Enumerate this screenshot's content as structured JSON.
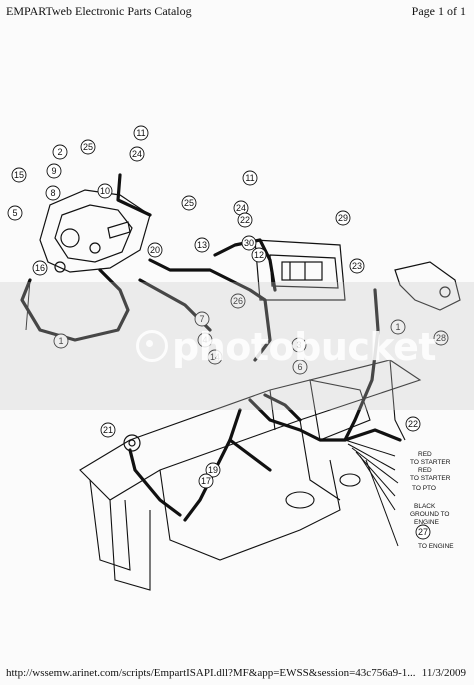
{
  "header": {
    "title": "EMPARTweb Electronic Parts Catalog",
    "page": "Page 1 of 1"
  },
  "footer": {
    "url": "http://wssemw.arinet.com/scripts/EmpartISAPI.dll?MF&app=EWSS&session=43c756a9-1...",
    "date": "11/3/2009"
  },
  "watermark": {
    "text": "photobucket"
  },
  "callouts": [
    "11",
    "25",
    "24",
    "2",
    "9",
    "15",
    "8",
    "5",
    "10",
    "11",
    "25",
    "24",
    "22",
    "29",
    "30",
    "12",
    "13",
    "20",
    "16",
    "23",
    "21",
    "7",
    "4",
    "14",
    "1",
    "26",
    "1",
    "28",
    "6",
    "3",
    "22",
    "19",
    "17",
    "27"
  ],
  "wire_labels": [
    "RED",
    "TO STARTER",
    "RED",
    "TO STARTER",
    "TO PTO",
    "BLACK",
    "GROUND TO",
    "ENGINE",
    "TO ENGINE"
  ]
}
